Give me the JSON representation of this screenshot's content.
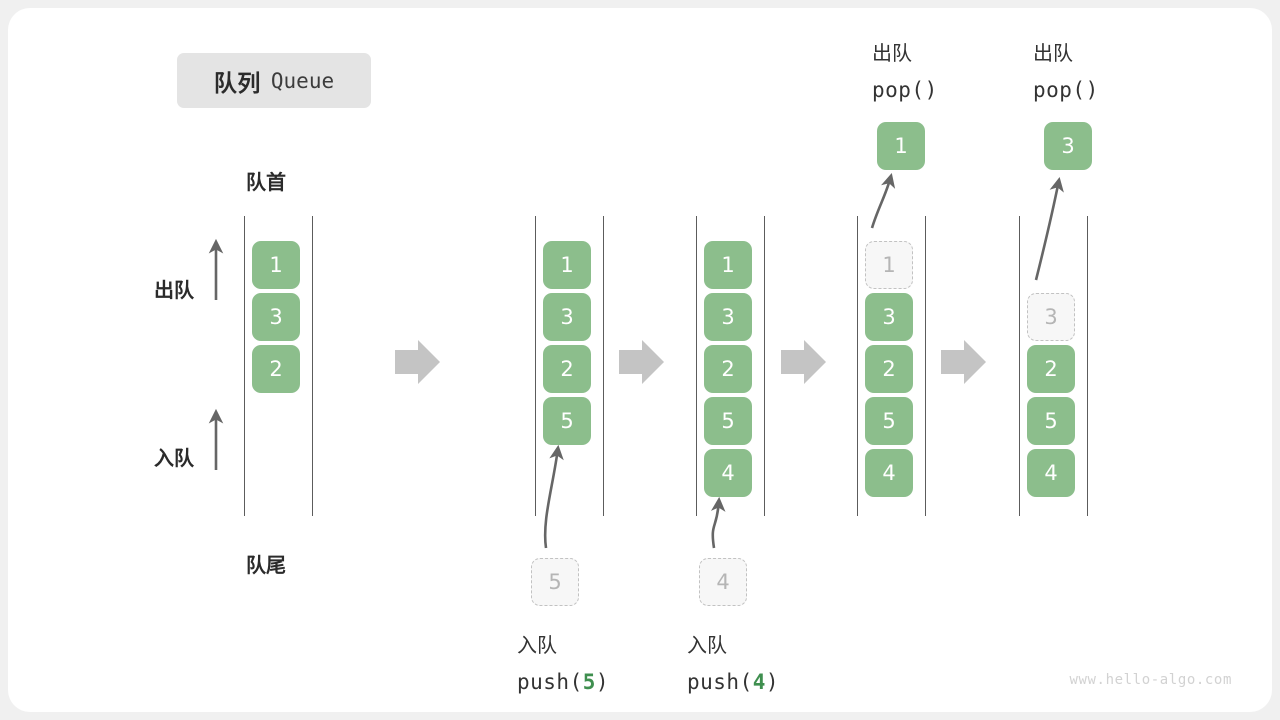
{
  "title": {
    "cn": "队列",
    "en": "Queue"
  },
  "axis_labels": {
    "head": "队首",
    "tail": "队尾",
    "dequeue": "出队",
    "enqueue": "入队"
  },
  "watermark": "www.hello-algo.com",
  "colors": {
    "cell_fill": "#8cbe8c",
    "cell_text": "#ffffff",
    "ghost_fill": "#f7f7f7",
    "ghost_border": "#c2c2c2",
    "ghost_text": "#b5b5b5",
    "rail": "#5c5c5c",
    "arrow": "#666666",
    "step_arrow": "#c4c4c4",
    "chip_bg": "#e4e4e4",
    "accent_code": "#3f8f4f",
    "watermark": "#d2d2d2",
    "page_bg": "#f0f0f0",
    "card_bg": "#ffffff"
  },
  "steps": [
    {
      "id": "state-initial",
      "cells": [
        {
          "value": "1",
          "state": "filled"
        },
        {
          "value": "3",
          "state": "filled"
        },
        {
          "value": "2",
          "state": "filled"
        }
      ],
      "incoming": null,
      "popped": null,
      "caption": null
    },
    {
      "id": "state-push-5",
      "cells": [
        {
          "value": "1",
          "state": "filled"
        },
        {
          "value": "3",
          "state": "filled"
        },
        {
          "value": "2",
          "state": "filled"
        },
        {
          "value": "5",
          "state": "filled"
        }
      ],
      "incoming": {
        "value": "5"
      },
      "popped": null,
      "caption": {
        "cn": "入队",
        "fn": "push(",
        "arg": "5",
        "fn_close": ")"
      }
    },
    {
      "id": "state-push-4",
      "cells": [
        {
          "value": "1",
          "state": "filled"
        },
        {
          "value": "3",
          "state": "filled"
        },
        {
          "value": "2",
          "state": "filled"
        },
        {
          "value": "5",
          "state": "filled"
        },
        {
          "value": "4",
          "state": "filled"
        }
      ],
      "incoming": {
        "value": "4"
      },
      "popped": null,
      "caption": {
        "cn": "入队",
        "fn": "push(",
        "arg": "4",
        "fn_close": ")"
      }
    },
    {
      "id": "state-pop-1",
      "cells": [
        {
          "value": "1",
          "state": "ghost"
        },
        {
          "value": "3",
          "state": "filled"
        },
        {
          "value": "2",
          "state": "filled"
        },
        {
          "value": "5",
          "state": "filled"
        },
        {
          "value": "4",
          "state": "filled"
        }
      ],
      "incoming": null,
      "popped": {
        "value": "1",
        "cn": "出队",
        "fn": "pop()"
      },
      "caption": null
    },
    {
      "id": "state-pop-3",
      "cells": [
        {
          "value": "",
          "state": "empty"
        },
        {
          "value": "3",
          "state": "ghost"
        },
        {
          "value": "2",
          "state": "filled"
        },
        {
          "value": "5",
          "state": "filled"
        },
        {
          "value": "4",
          "state": "filled"
        }
      ],
      "incoming": null,
      "popped": {
        "value": "3",
        "cn": "出队",
        "fn": "pop()"
      },
      "caption": null
    }
  ]
}
